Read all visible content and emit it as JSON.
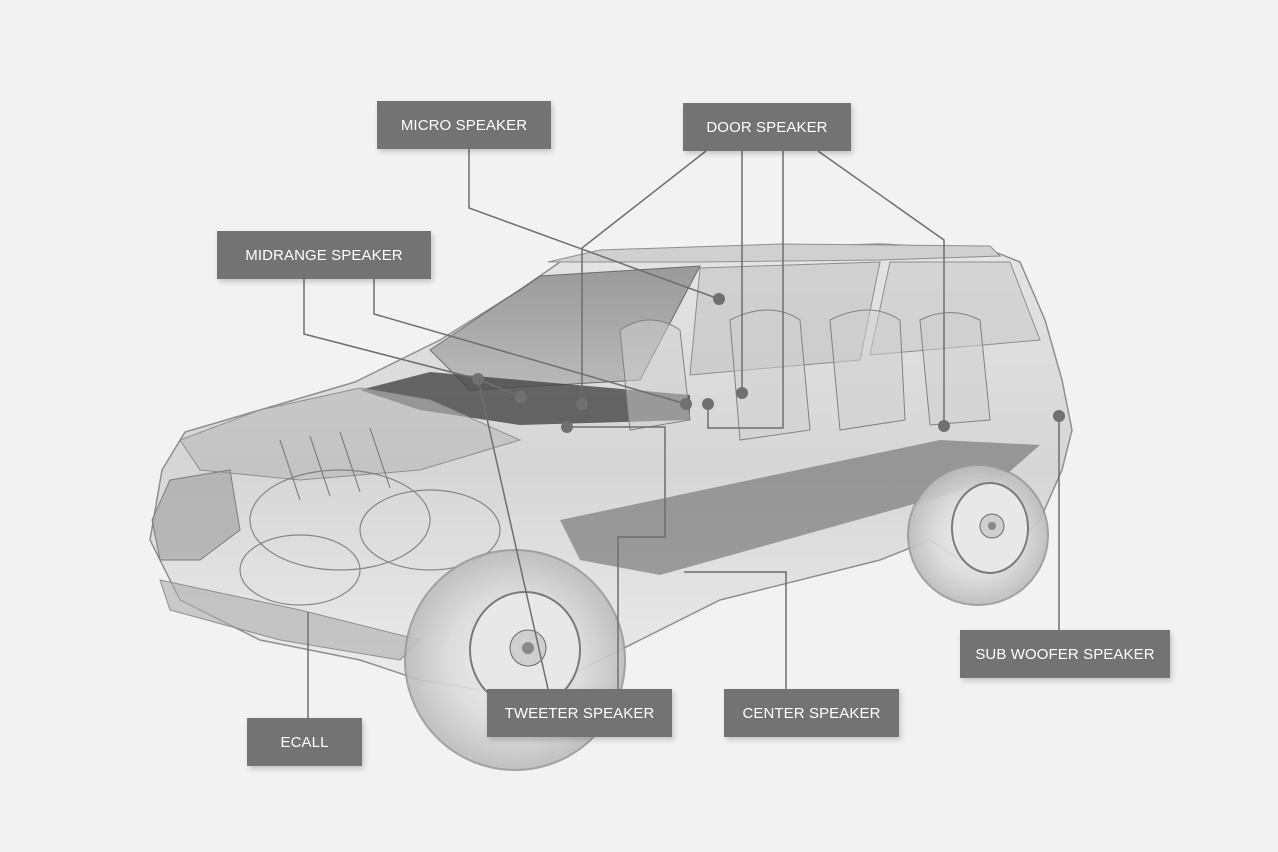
{
  "labels": {
    "micro_speaker": "MICRO SPEAKER",
    "door_speaker": "DOOR SPEAKER",
    "midrange_speaker": "MIDRANGE SPEAKER",
    "sub_woofer_speaker": "SUB WOOFER SPEAKER",
    "tweeter_speaker": "TWEETER SPEAKER",
    "center_speaker": "CENTER SPEAKER",
    "ecall": "ECALL"
  },
  "colors": {
    "background": "#f2f2f2",
    "label_fill": "#737373",
    "label_text": "#ffffff",
    "leader_line": "#6e6e6e",
    "marker_dot": "#707070"
  }
}
